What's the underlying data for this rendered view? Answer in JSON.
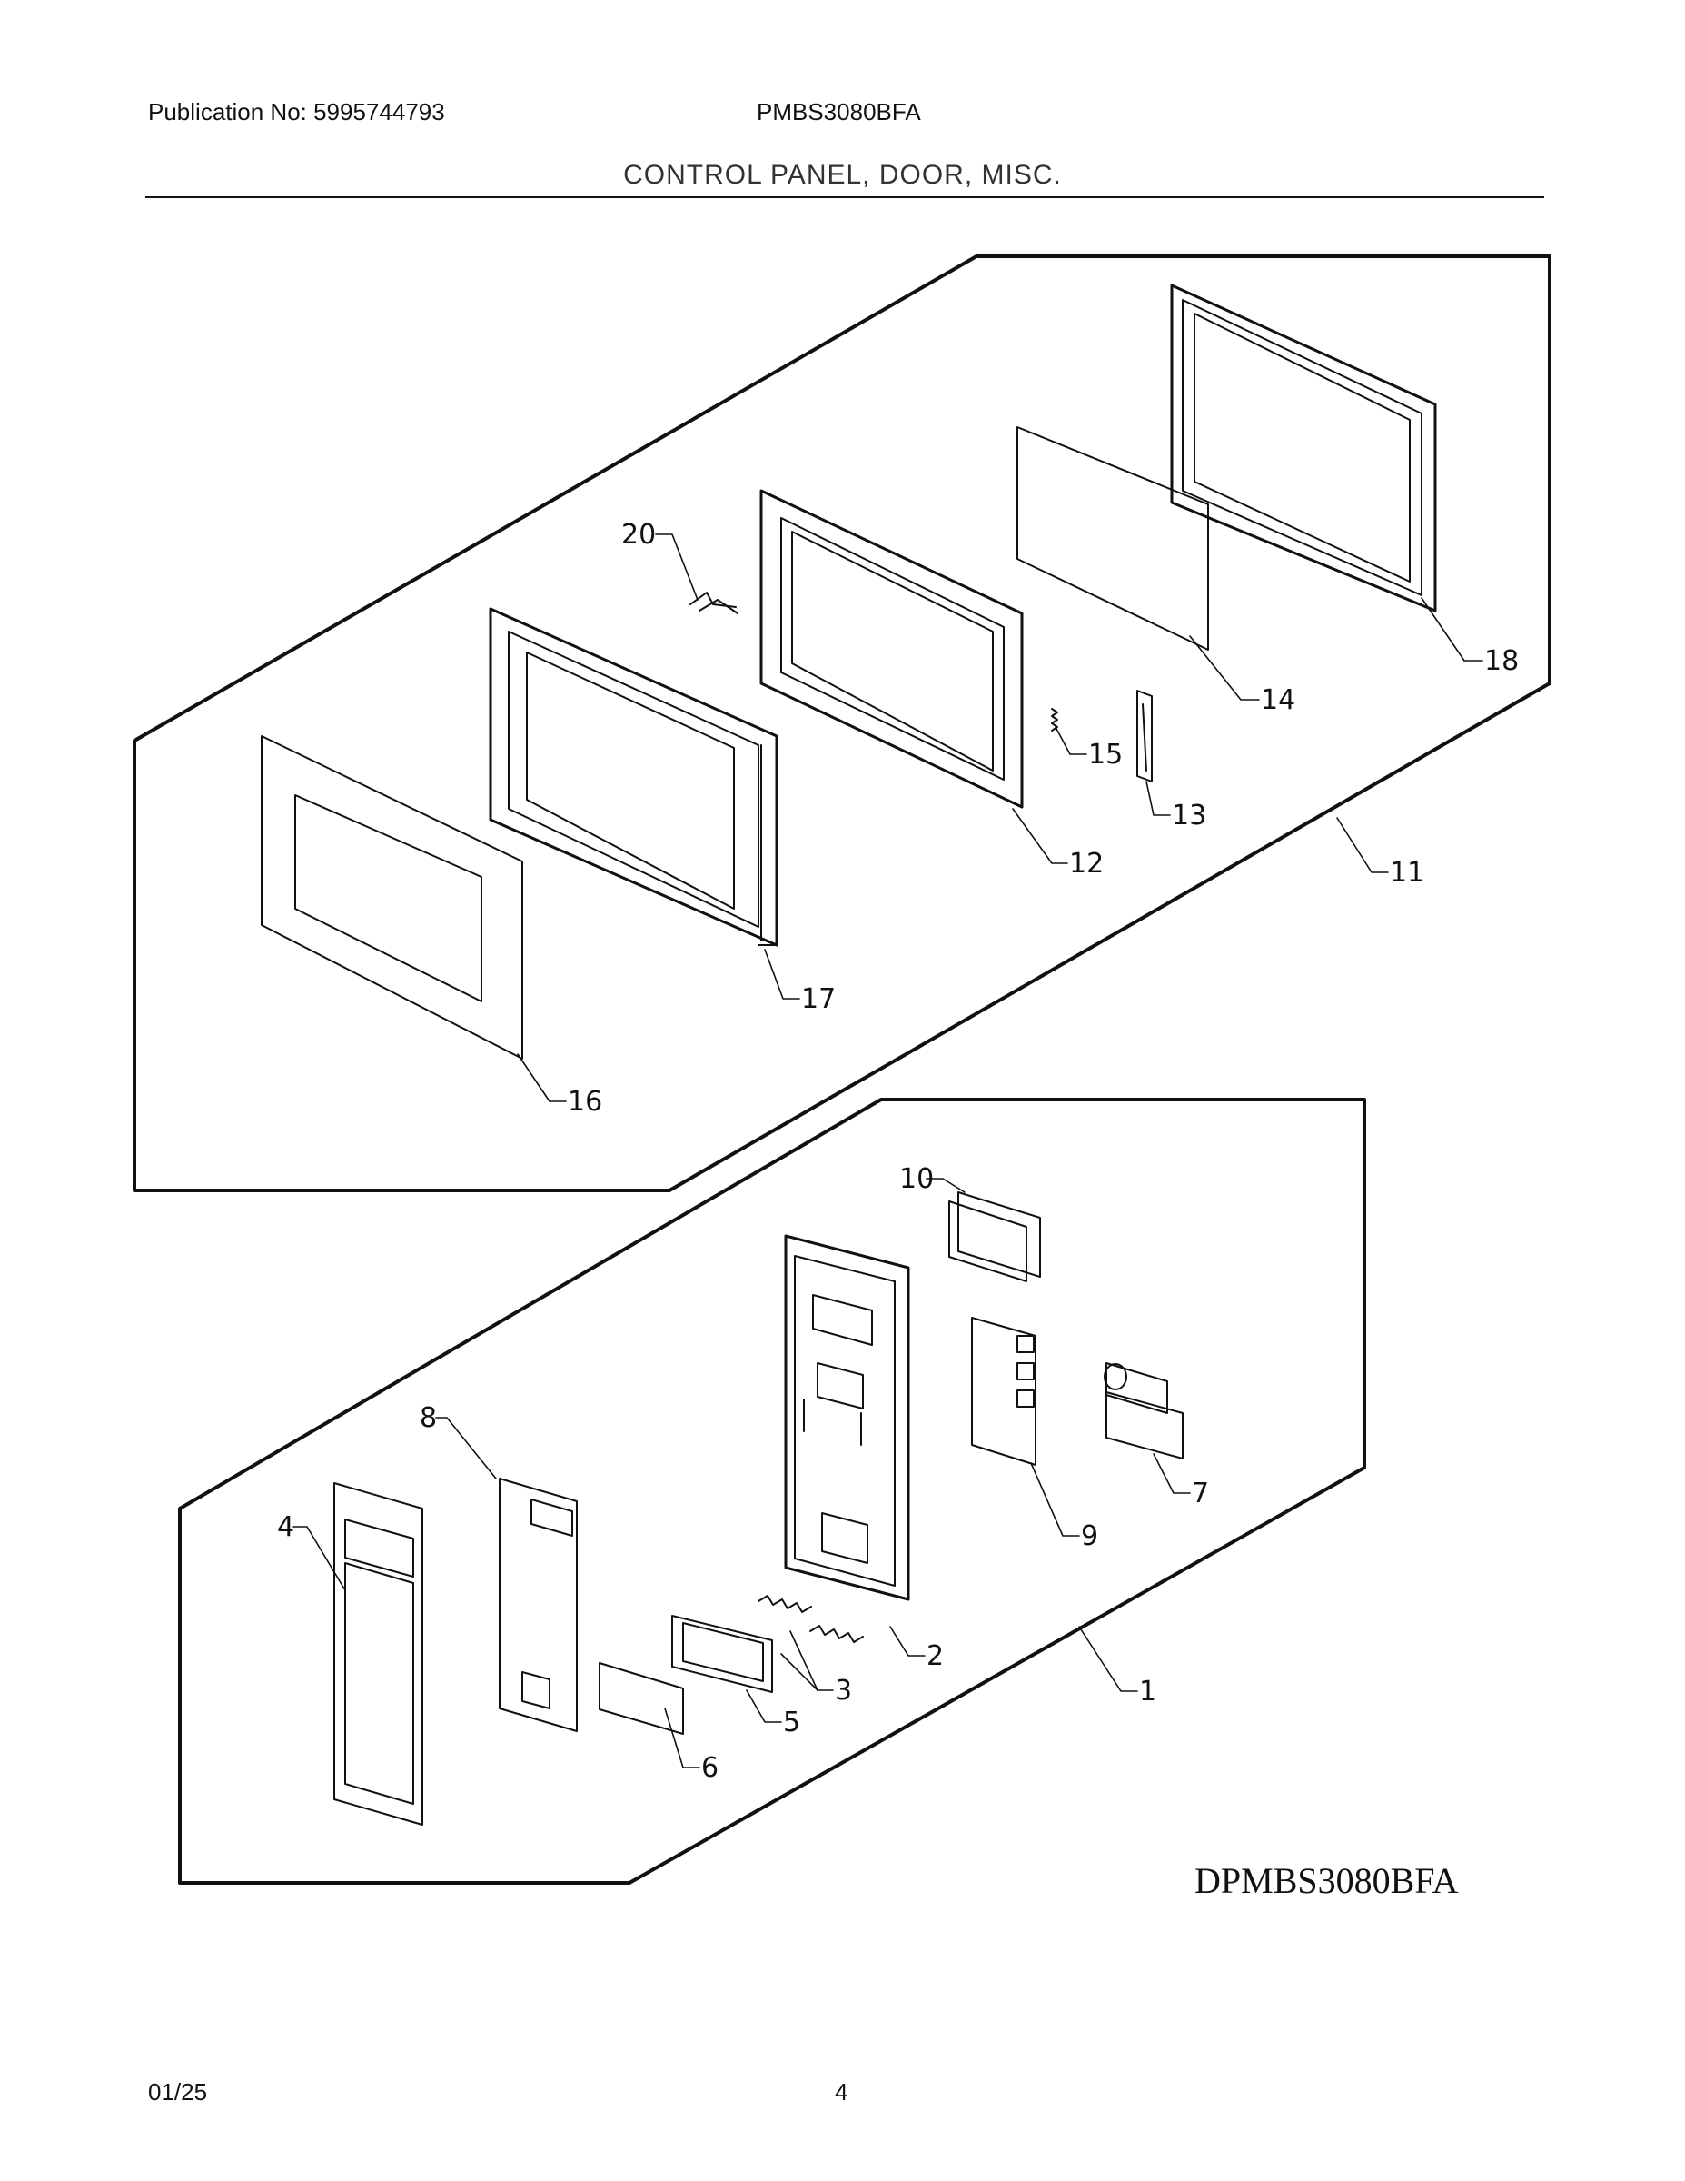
{
  "header": {
    "publication": "Publication No: 5995744793",
    "model": "PMBS3080BFA",
    "section": "CONTROL PANEL, DOOR, MISC."
  },
  "diagram": {
    "part_labels": {
      "p1": "1",
      "p2": "2",
      "p3": "3",
      "p4": "4",
      "p5": "5",
      "p6": "6",
      "p7": "7",
      "p8": "8",
      "p9": "9",
      "p10": "10",
      "p11": "11",
      "p12": "12",
      "p13": "13",
      "p14": "14",
      "p15": "15",
      "p16": "16",
      "p17": "17",
      "p18": "18",
      "p20": "20"
    },
    "drawing_code": "DPMBS3080BFA"
  },
  "footer": {
    "date": "01/25",
    "page": "4"
  }
}
